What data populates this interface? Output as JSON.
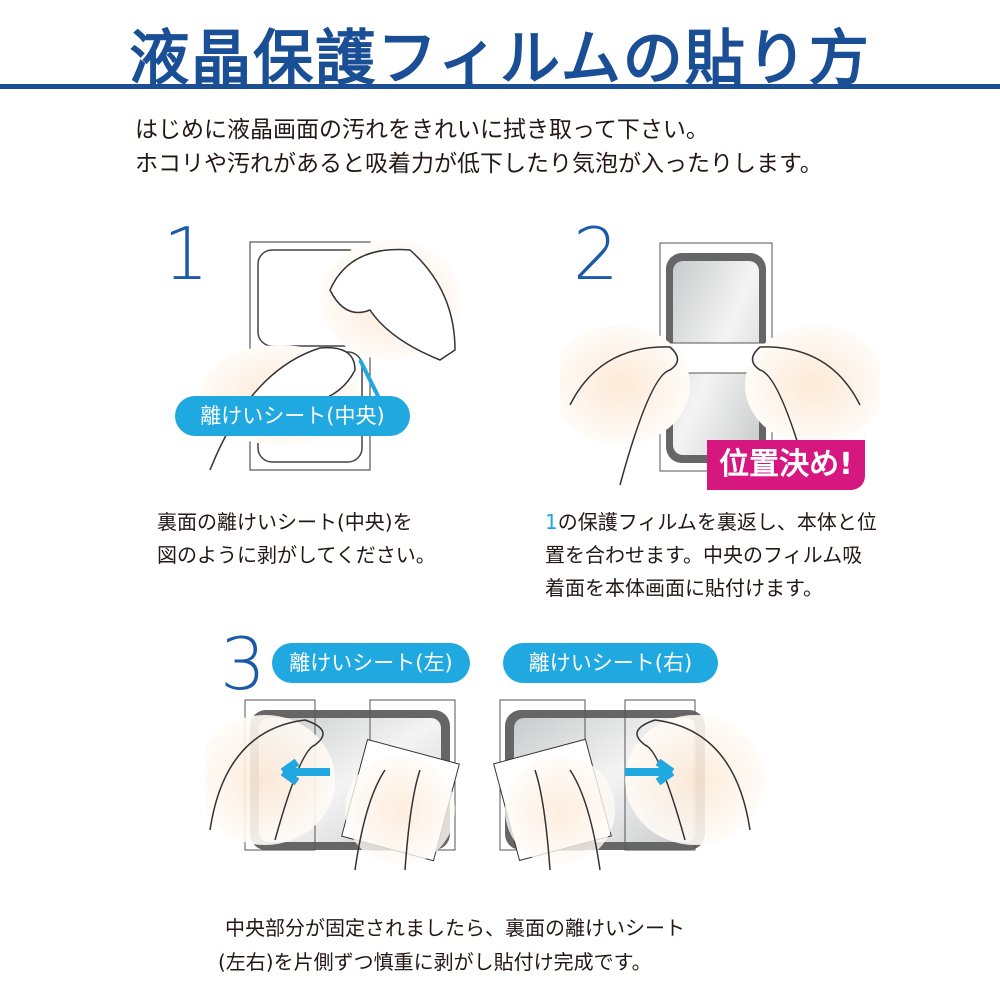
{
  "title": "液晶保護フィルムの貼り方",
  "intro": [
    "はじめに液晶画面の汚れをきれいに拭き取って下さい。",
    "ホコリや汚れがあると吸着力が低下したり気泡が入ったりします。"
  ],
  "step1": {
    "number": "1",
    "label": "離けいシート(中央)",
    "caption": [
      "裏面の離けいシート(中央)を",
      "図のように剥がしてください。"
    ]
  },
  "step2": {
    "number": "2",
    "badge": "位置決め!",
    "caption_ref": "1",
    "caption": [
      "の保護フィルムを裏返し、本体と位",
      "置を合わせます。中央のフィルム吸",
      "着面を本体画面に貼付けます。"
    ]
  },
  "step3": {
    "number": "3",
    "label_left": "離けいシート(左)",
    "label_right": "離けいシート(右)",
    "caption": [
      "中央部分が固定されましたら、裏面の離けいシート",
      "(左右)を片側ずつ慎重に剥がし貼付け完成です。"
    ]
  },
  "colors": {
    "title": "#1a4f96",
    "accent": "#20a9e1",
    "badge": "#d6177f",
    "skin": "#fbe3cc"
  }
}
